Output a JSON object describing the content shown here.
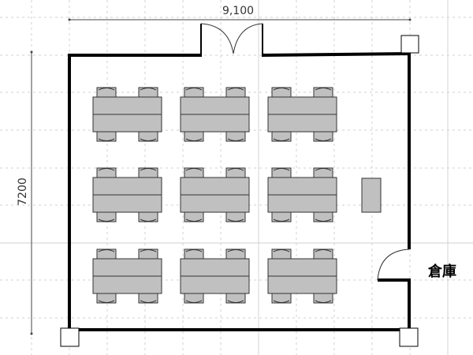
{
  "dimensions": {
    "width_label": "9,100",
    "height_label": "7200"
  },
  "rooms": {
    "storage_label": "倉庫"
  },
  "layout": {
    "table_rows": 3,
    "table_cols": 3,
    "chairs_per_side": 2
  },
  "colors": {
    "furniture": "#c0c0c0",
    "wall": "#000000",
    "grid": "#cccccc"
  }
}
